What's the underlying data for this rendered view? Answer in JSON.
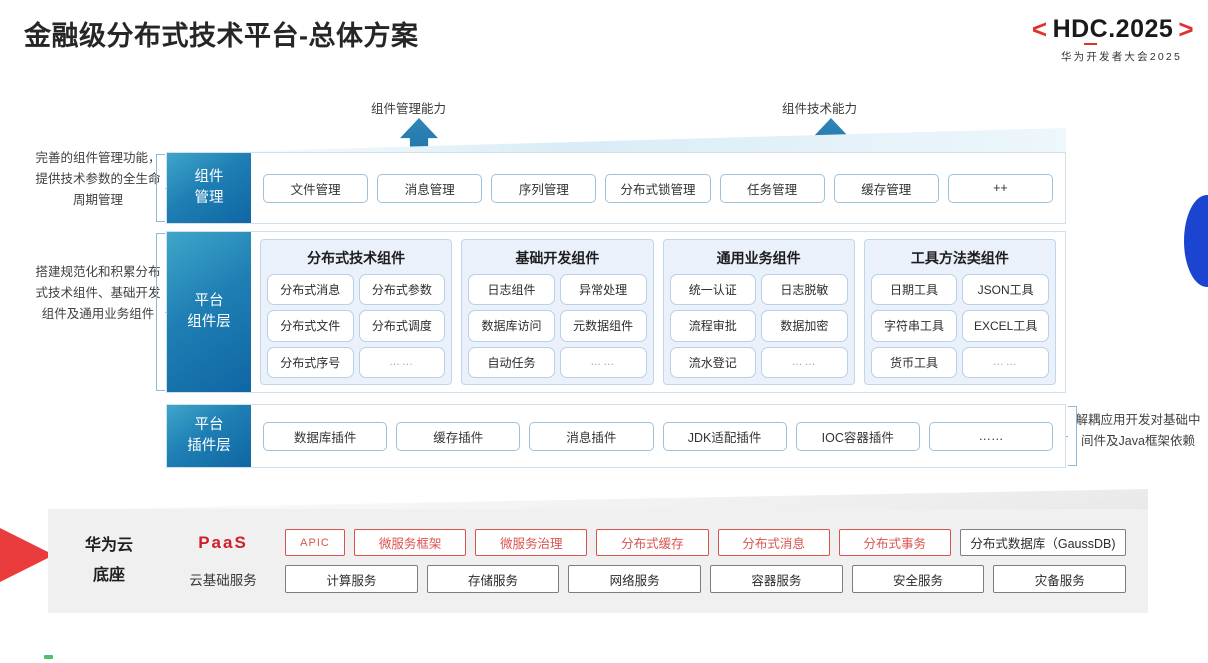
{
  "header": {
    "title": "金融级分布式技术平台-总体方案",
    "logo": {
      "bracket_left": "<",
      "bracket_right": ">",
      "main": "HDC.2025",
      "main_prefix": "HD",
      "main_suffix": "C.2025",
      "subtitle": "华为开发者大会2025",
      "accent_color": "#e0312e"
    }
  },
  "arrows": [
    {
      "label": "组件管理能力"
    },
    {
      "label": "组件技术能力"
    }
  ],
  "side_notes": {
    "left": [
      "完善的组件管理功能，提供技术参数的全生命周期管理",
      "搭建规范化和积累分布式技术组件、基础开发组件及通用业务组件"
    ],
    "right": "解耦应用开发对基础中间件及Java框架依赖"
  },
  "bands": {
    "component_management": {
      "label_line1": "组件",
      "label_line2": "管理",
      "chips": [
        "文件管理",
        "消息管理",
        "序列管理",
        "分布式锁管理",
        "任务管理",
        "缓存管理",
        "++"
      ]
    },
    "platform_component": {
      "label_line1": "平台",
      "label_line2": "组件层",
      "groups": [
        {
          "title": "分布式技术组件",
          "cells": [
            "分布式消息",
            "分布式参数",
            "分布式文件",
            "分布式调度",
            "分布式序号",
            "……"
          ]
        },
        {
          "title": "基础开发组件",
          "cells": [
            "日志组件",
            "异常处理",
            "数据库访问",
            "元数据组件",
            "自动任务",
            "……"
          ]
        },
        {
          "title": "通用业务组件",
          "cells": [
            "统一认证",
            "日志脱敏",
            "流程审批",
            "数据加密",
            "流水登记",
            "……"
          ]
        },
        {
          "title": "工具方法类组件",
          "cells": [
            "日期工具",
            "JSON工具",
            "字符串工具",
            "EXCEL工具",
            "货币工具",
            "……"
          ]
        }
      ]
    },
    "platform_plugin": {
      "label_line1": "平台",
      "label_line2": "插件层",
      "chips": [
        "数据库插件",
        "缓存插件",
        "消息插件",
        "JDK适配插件",
        "IOC容器插件",
        "……"
      ]
    }
  },
  "base": {
    "title_line1": "华为云",
    "title_line2": "底座",
    "paas": {
      "tag": "PaaS",
      "tag_color": "#cf1f28",
      "items": [
        "APIC",
        "微服务框架",
        "微服务治理",
        "分布式缓存",
        "分布式消息",
        "分布式事务"
      ],
      "neutral_item": "分布式数据库（GaussDB)"
    },
    "cloud": {
      "tag": "云基础服务",
      "items": [
        "计算服务",
        "存储服务",
        "网络服务",
        "容器服务",
        "安全服务",
        "灾备服务"
      ]
    }
  }
}
